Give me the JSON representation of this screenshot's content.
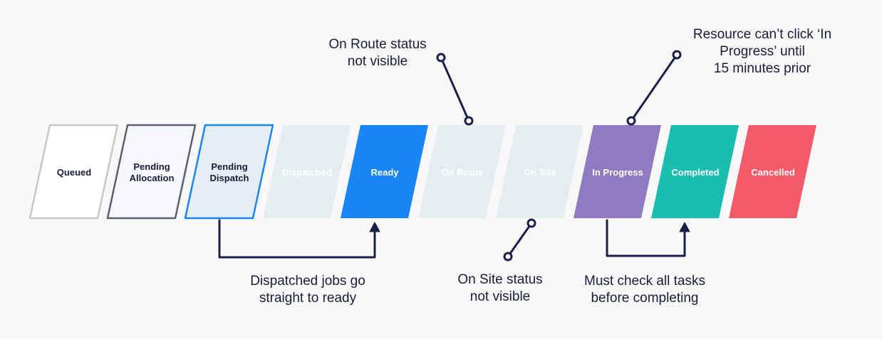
{
  "statuses": [
    {
      "label": "Queued",
      "fill": "#ffffff",
      "stroke": "#c4c7cc",
      "text_color": "#1a1d3a",
      "bold": true
    },
    {
      "label": "Pending\nAllocation",
      "fill": "#f6f7fa",
      "stroke": "#5b5f72",
      "text_color": "#1a1d3a",
      "bold": true
    },
    {
      "label": "Pending\nDispatch",
      "fill": "#e6edf2",
      "stroke": "#1a86f5",
      "text_color": "#1a1d3a",
      "bold": true
    },
    {
      "label": "Dispatched",
      "fill": "#e6edf1",
      "stroke": "none",
      "text_color": "#ffffff",
      "bold": true
    },
    {
      "label": "Ready",
      "fill": "#1a86f5",
      "stroke": "none",
      "text_color": "#ffffff",
      "bold": true
    },
    {
      "label": "On Route",
      "fill": "#e6edf1",
      "stroke": "none",
      "text_color": "#ffffff",
      "bold": true
    },
    {
      "label": "On Site",
      "fill": "#e6edf1",
      "stroke": "none",
      "text_color": "#ffffff",
      "bold": true
    },
    {
      "label": "In Progress",
      "fill": "#8f7bc2",
      "stroke": "none",
      "text_color": "#ffffff",
      "bold": true
    },
    {
      "label": "Completed",
      "fill": "#19beb0",
      "stroke": "none",
      "text_color": "#ffffff",
      "bold": true
    },
    {
      "label": "Cancelled",
      "fill": "#f55a68",
      "stroke": "none",
      "text_color": "#ffffff",
      "bold": true
    }
  ],
  "annotations": {
    "on_route": "On Route status\nnot visible",
    "in_progress": "Resource can’t click ‘In\nProgress’ until\n15 minutes prior",
    "dispatched": "Dispatched jobs go\nstraight to ready",
    "on_site": "On Site status\nnot visible",
    "completing": "Must check all tasks\nbefore completing"
  },
  "colors": {
    "connector": "#1c1f4a",
    "background": "#f8f8f9"
  }
}
